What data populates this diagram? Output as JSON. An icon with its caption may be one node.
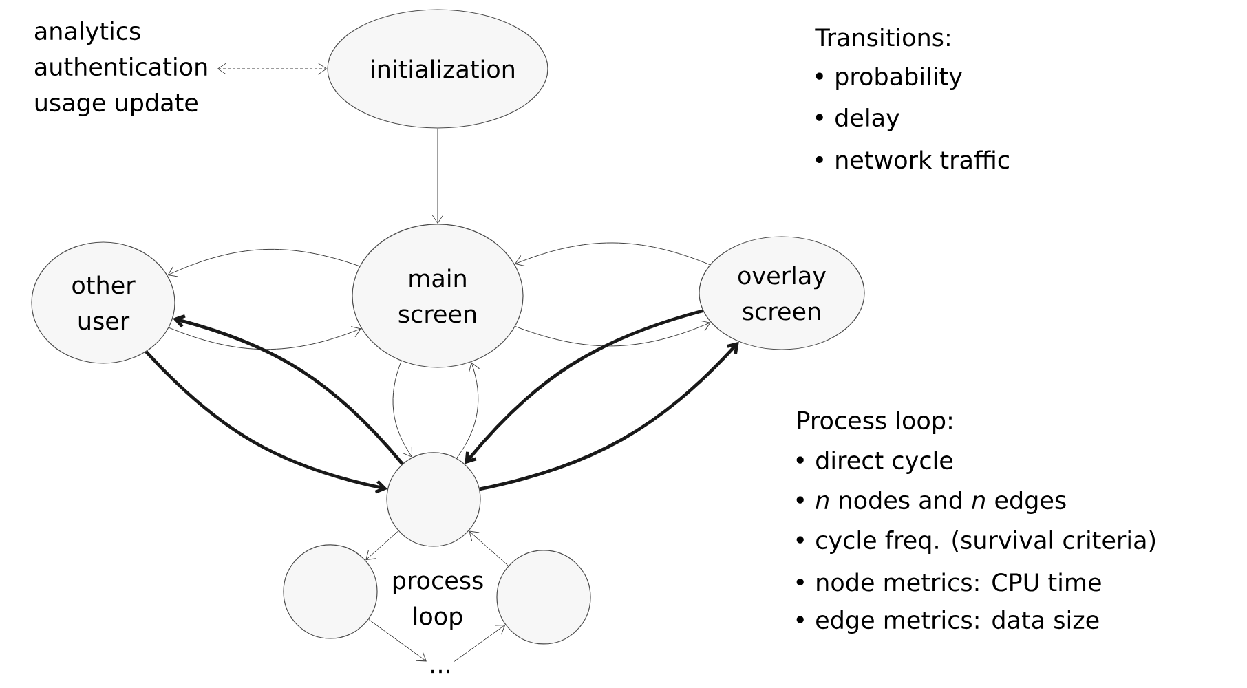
{
  "diagram": {
    "nodes": [
      {
        "text": [
          "analytics",
          "authentication",
          "usage update"
        ]
      },
      {
        "text": [
          "initialization"
        ]
      },
      {
        "text": [
          "other user"
        ]
      },
      {
        "text": [
          "main screen"
        ]
      },
      {
        "text": [
          "overlay screen"
        ]
      },
      {
        "text": [],
        "shape": "circle"
      },
      {
        "text": [],
        "shape": "circle"
      },
      {
        "text": [
          "..."
        ]
      },
      {
        "text": [],
        "shape": "circle"
      }
    ],
    "edges": [
      {
        "from": 0,
        "to": 1,
        "arrow": "both",
        "style": "dashed"
      },
      {
        "from": 1,
        "to": 3,
        "arrow": "to"
      },
      {
        "from": 3,
        "to": 2,
        "arrow": "to"
      },
      {
        "from": 2,
        "to": 3,
        "arrow": "to"
      },
      {
        "from": 4,
        "to": 3,
        "arrow": "to"
      },
      {
        "from": 3,
        "to": 4,
        "arrow": "to"
      },
      {
        "from": 5,
        "to": 2,
        "arrow": "to",
        "style": "thick"
      },
      {
        "from": 2,
        "to": 5,
        "arrow": "to",
        "style": "thick"
      },
      {
        "from": 3,
        "to": 5,
        "arrow": "to"
      },
      {
        "from": 5,
        "to": 3,
        "arrow": "to"
      },
      {
        "from": 4,
        "to": 5,
        "arrow": "to",
        "style": "thick"
      },
      {
        "from": 5,
        "to": 4,
        "arrow": "to",
        "style": "thick"
      },
      {
        "from": 5,
        "to": 6,
        "arrow": "to"
      },
      {
        "from": 6,
        "to": 7,
        "arrow": "to"
      },
      {
        "from": 7,
        "to": 8,
        "arrow": "to"
      },
      {
        "from": 8,
        "to": 5,
        "arrow": "to"
      }
    ],
    "labels": [
      "Transitions:",
      "• probability",
      "• delay",
      "• network traffic",
      "Process loop:",
      "• direct cycle",
      "• *n* nodes and *n* edges",
      "• cycle freq. (survival criteria)",
      "• node metrics: CPU time",
      "• edge metrics: data size",
      "process loop"
    ]
  }
}
